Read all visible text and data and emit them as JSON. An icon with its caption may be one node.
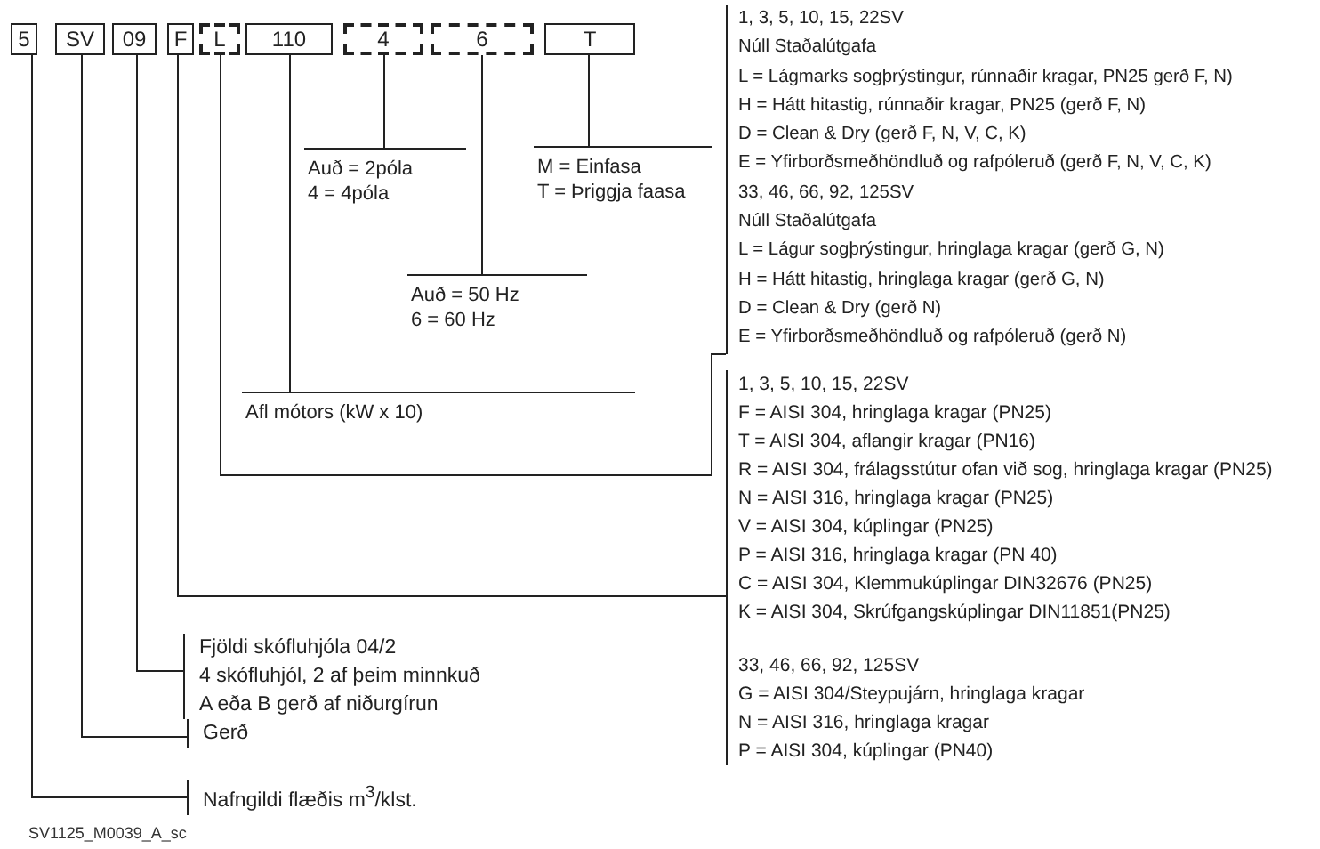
{
  "diagram": {
    "nodes": [
      {
        "text": [
          "5"
        ]
      },
      {
        "text": [
          "SV"
        ]
      },
      {
        "text": [
          "09"
        ]
      },
      {
        "text": [
          "F"
        ]
      },
      {
        "text": [
          "L"
        ]
      },
      {
        "text": [
          "110"
        ]
      },
      {
        "text": [
          "4"
        ]
      },
      {
        "text": [
          "6"
        ]
      },
      {
        "text": [
          "T"
        ]
      },
      {
        "text": [
          "Auð = 2póla",
          "4 = 4póla"
        ]
      },
      {
        "text": [
          "M = Einfasa",
          "T = Þriggja faasa"
        ]
      },
      {
        "text": [
          "Auð = 50 Hz",
          "6 = 60 Hz"
        ]
      },
      {
        "text": [
          "Afl mótors (kW x 10)"
        ]
      },
      {
        "text": [
          "1, 3, 5, 10, 15, 22SV",
          "Núll Staðalútgafa",
          "L = Lágmarks sogþrýstingur, rúnnaðir kragar, PN25 gerð F, N)",
          "H = Hátt hitastig, rúnnaðir kragar, PN25 (gerð F, N)",
          "D = Clean & Dry (gerð F, N, V, C, K)",
          "E = Yfirborðsmeðhöndluð og rafpóleruð (gerð F, N, V, C, K)",
          "33, 46, 66, 92, 125SV",
          "Núll Staðalútgafa",
          "L = Lágur sogþrýstingur, hringlaga kragar (gerð G, N)",
          "H = Hátt hitastig, hringlaga kragar (gerð G, N)",
          "D = Clean & Dry (gerð N)",
          "E = Yfirborðsmeðhöndluð og rafpóleruð (gerð N)"
        ]
      },
      {
        "text": [
          "1, 3, 5, 10, 15, 22SV",
          "F = AISI 304, hringlaga kragar (PN25)",
          "T = AISI 304, aflangir kragar (PN16)",
          "R = AISI 304, frálagsstútur ofan við sog, hringlaga kragar (PN25)",
          "N = AISI 316, hringlaga kragar (PN25)",
          "V = AISI 304, kúplingar (PN25)",
          "P = AISI 316, hringlaga kragar (PN 40)",
          "C = AISI 304, Klemmukúplingar DIN32676 (PN25)",
          "K = AISI 304, Skrúfgangskúplingar DIN11851(PN25)",
          "33, 46, 66, 92, 125SV",
          "G = AISI 304/Steypujárn, hringlaga kragar",
          "N = AISI 316, hringlaga kragar",
          "P = AISI 304, kúplingar (PN40)"
        ]
      },
      {
        "text": [
          "Fjöldi skófluhjóla 04/2",
          "4 skófluhjól, 2 af þeim minnkuð",
          "A eða B gerð af niðurgírun"
        ]
      },
      {
        "text": [
          "Gerð"
        ]
      },
      {
        "text": [
          "Nafngildi flæðis m$^{3}$/klst."
        ]
      }
    ],
    "edges": [
      {
        "from": 6,
        "to": 9,
        "arrow": "none"
      },
      {
        "from": 8,
        "to": 10,
        "arrow": "none"
      },
      {
        "from": 7,
        "to": 11,
        "arrow": "none"
      },
      {
        "from": 5,
        "to": 12,
        "arrow": "none"
      },
      {
        "from": 4,
        "to": 13,
        "arrow": "none"
      },
      {
        "from": 3,
        "to": 14,
        "arrow": "none"
      },
      {
        "from": 2,
        "to": 15,
        "arrow": "none"
      },
      {
        "from": 1,
        "to": 16,
        "arrow": "none"
      },
      {
        "from": 0,
        "to": 17,
        "arrow": "none"
      }
    ],
    "labels": [
      "SV1125_M0039_A_sc"
    ]
  }
}
